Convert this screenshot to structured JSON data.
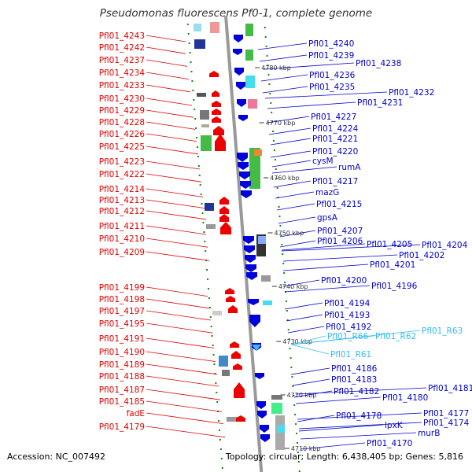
{
  "title": "Pseudomonas fluorescens Pf0-1, complete genome",
  "footer": {
    "accession": "Accession: NC_007492",
    "stats": "Topology: circular; Length: 6,438,405 bp; Genes: 5,816"
  },
  "colors": {
    "left_label": "#dd0000",
    "right_label": "#0000cc",
    "rna_label": "#33bbee",
    "axis": "#999999",
    "tick": "#118811",
    "arrow_left": "#ee0000",
    "arrow_right": "#0000dd"
  },
  "ruler": [
    {
      "label": "4780 kbp"
    },
    {
      "label": "4770 kbp"
    },
    {
      "label": "4760 kbp"
    },
    {
      "label": "4750 kbp"
    },
    {
      "label": "4740 kbp"
    },
    {
      "label": "4730 kbp"
    },
    {
      "label": "4720 kbp"
    },
    {
      "label": "4710 kbp"
    }
  ],
  "left_labels": [
    "Pfl01_4243",
    "Pfl01_4242",
    "Pfl01_4237",
    "Pfl01_4234",
    "Pfl01_4233",
    "Pfl01_4230",
    "Pfl01_4229",
    "Pfl01_4228",
    "Pfl01_4226",
    "Pfl01_4225",
    "Pfl01_4223",
    "Pfl01_4222",
    "Pfl01_4214",
    "Pfl01_4213",
    "Pfl01_4212",
    "Pfl01_4211",
    "Pfl01_4210",
    "Pfl01_4209",
    "Pfl01_4199",
    "Pfl01_4198",
    "Pfl01_4197",
    "Pfl01_4195",
    "Pfl01_4191",
    "Pfl01_4190",
    "Pfl01_4189",
    "Pfl01_4188",
    "Pfl01_4187",
    "Pfl01_4185",
    "fadE",
    "Pfl01_4179"
  ],
  "right_labels": [
    "Pfl01_4240",
    "Pfl01_4239",
    "Pfl01_4238",
    "Pfl01_4236",
    "Pfl01_4235",
    "Pfl01_4232",
    "Pfl01_4231",
    "Pfl01_4227",
    "Pfl01_4224",
    "Pfl01_4221",
    "Pfl01_4220",
    "cysM",
    "rumA",
    "Pfl01_4217",
    "mazG",
    "Pfl01_4215",
    "gpsA",
    "Pfl01_4207",
    "Pfl01_4206",
    "Pfl01_4205",
    "Pfl01_4204",
    "Pfl01_4202",
    "Pfl01_4201",
    "Pfl01_4200",
    "Pfl01_4196",
    "Pfl01_4194",
    "Pfl01_4193",
    "Pfl01_4192",
    "Pfl01_4186",
    "Pfl01_4183",
    "Pfl01_4182",
    "Pfl01_4181",
    "Pfl01_4180",
    "Pfl01_4178",
    "Pfl01_4177",
    "lpxK",
    "Pfl01_4174",
    "murB",
    "Pfl01_4170"
  ],
  "rna_labels": [
    "Pfl01_R66",
    "Pfl01_R62",
    "Pfl01_R63",
    "Pfl01_R61"
  ]
}
